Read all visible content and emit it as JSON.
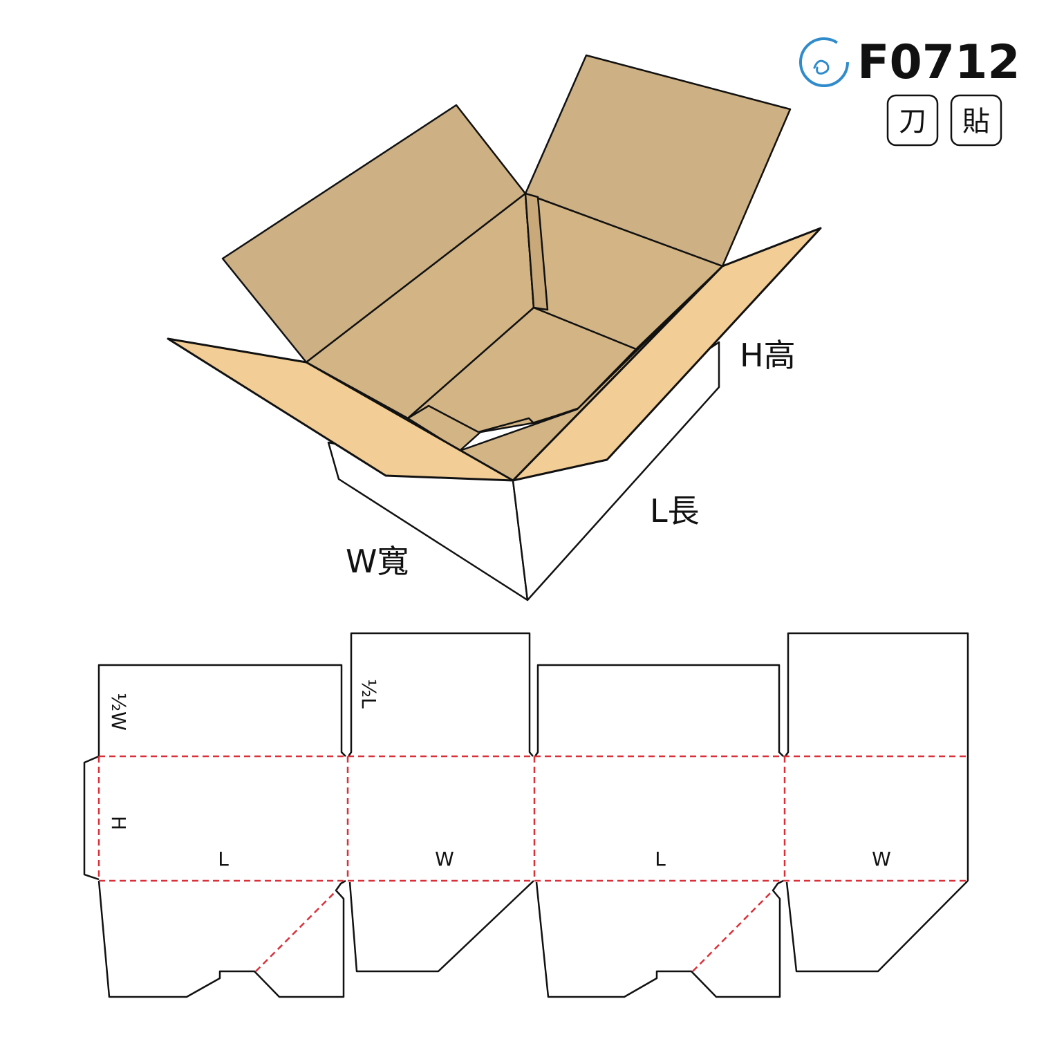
{
  "header": {
    "code": "F0712",
    "badges": [
      "刀",
      "貼"
    ]
  },
  "box_3d": {
    "labels": {
      "height": "H高",
      "length": "L長",
      "width": "W寬"
    }
  },
  "dieline": {
    "top_flap_labels": [
      "½W",
      "½L"
    ],
    "height_label": "H",
    "panels": [
      "L",
      "W",
      "L",
      "W"
    ]
  },
  "colors": {
    "outline": "#111111",
    "inner_flap": "#CDB084",
    "inner_wall": "#D3B585",
    "outer_flap": "#F2CE96",
    "crease": "#D9303A",
    "logo": "#2F8BCB"
  }
}
